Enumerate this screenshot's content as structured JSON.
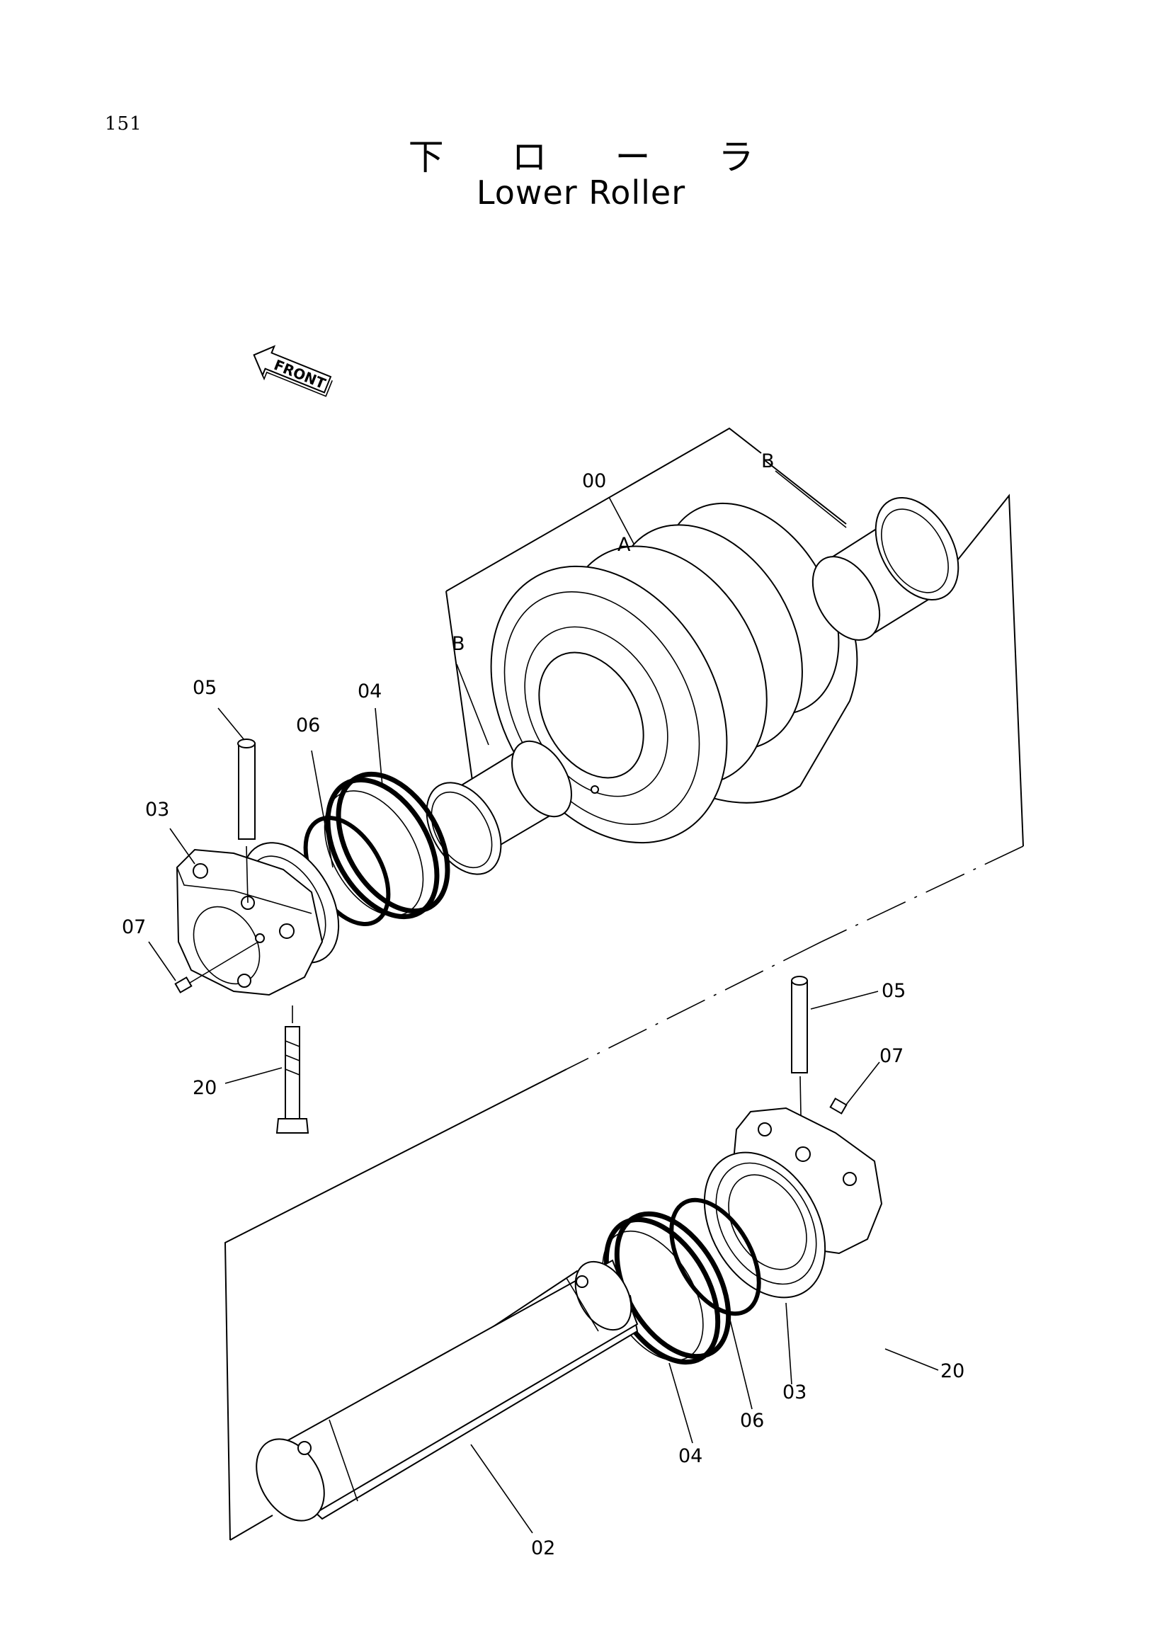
{
  "page_number": "151",
  "title_jp": "下 ロ ー ラ",
  "title_en": "Lower Roller",
  "front_label": "FRONT",
  "callouts": {
    "assembly": "00",
    "shaft": "02",
    "collar_left": "03",
    "collar_right": "03",
    "seal_left": "04",
    "seal_right": "04",
    "pin_left": "05",
    "pin_right": "05",
    "oring_left": "06",
    "oring_right": "06",
    "plug_left": "07",
    "plug_right": "07",
    "bolt_left": "20",
    "bolt_right": "20",
    "roller_body": "A",
    "bushing_left": "B",
    "bushing_right": "B"
  }
}
